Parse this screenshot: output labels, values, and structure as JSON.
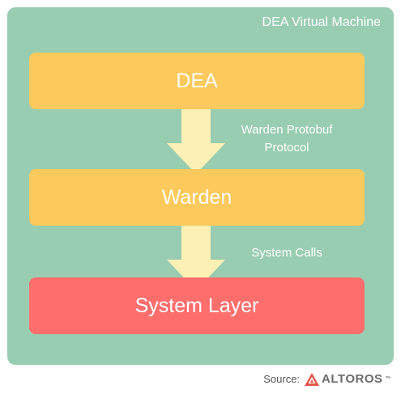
{
  "container": {
    "title": "DEA Virtual Machine"
  },
  "layers": [
    {
      "label": "DEA",
      "color": "#fcc95d"
    },
    {
      "label": "Warden",
      "color": "#fcc95d"
    },
    {
      "label": "System Layer",
      "color": "#fe6e6d"
    }
  ],
  "arrows": [
    {
      "label_line1": "Warden Protobuf",
      "label_line2": "Protocol"
    },
    {
      "label": "System Calls"
    }
  ],
  "footer": {
    "source_label": "Source:",
    "brand": "ALTOROS",
    "trademark": "™"
  },
  "colors": {
    "background": "#99cdb1",
    "arrow": "#fdf0b4"
  }
}
